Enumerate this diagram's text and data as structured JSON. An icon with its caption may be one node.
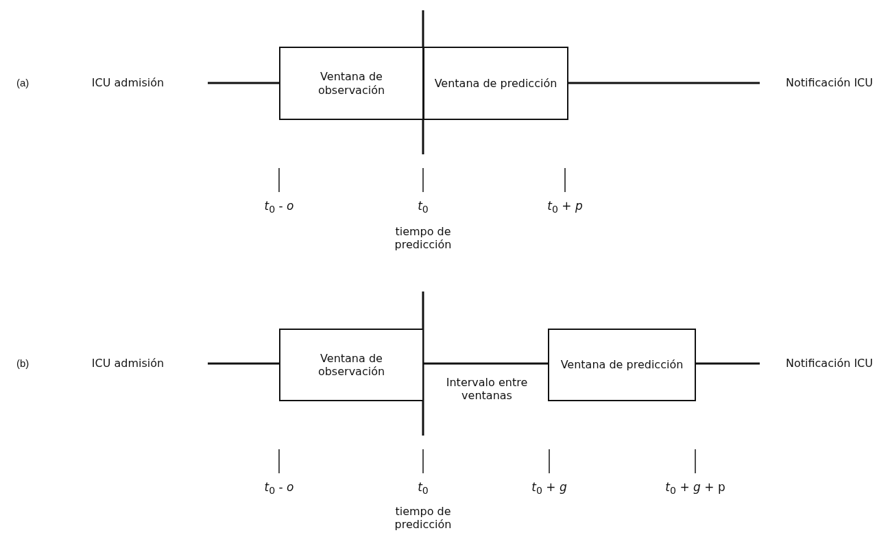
{
  "diagram": {
    "nodes": [
      {
        "text": [
          "ICU admisión"
        ]
      },
      {
        "text": [
          "Ventana de observación"
        ]
      },
      {
        "text": [
          "Ventana de predicción"
        ]
      },
      {
        "text": [
          "Notificación ICU"
        ]
      },
      {
        "text": [
          "ICU admisión"
        ]
      },
      {
        "text": [
          "Ventana de observación"
        ]
      },
      {
        "text": [
          "Ventana de predicción"
        ]
      },
      {
        "text": [
          "Notificación ICU"
        ]
      }
    ],
    "edges": [
      {
        "from": 0,
        "to": 1,
        "arrow": "none"
      },
      {
        "from": 2,
        "to": 3,
        "arrow": "none"
      },
      {
        "from": 4,
        "to": 5,
        "arrow": "none"
      },
      {
        "from": 5,
        "to": 6,
        "arrow": "none",
        "label": "Intervalo entre ventanas"
      },
      {
        "from": 6,
        "to": 7,
        "arrow": "none"
      }
    ],
    "labels": [
      "(a)",
      "*t*$_{0}$ - *o*",
      "*t*$_{0}$",
      "tiempo de predicción",
      "*t*$_{0}$ + *p*",
      "(b)",
      "*t*$_{0}$ - *o*",
      "*t*$_{0}$",
      "tiempo de predicción",
      "*t*$_{0}$ + *g*",
      "*t*$_{0}$ + *g* + p"
    ]
  }
}
